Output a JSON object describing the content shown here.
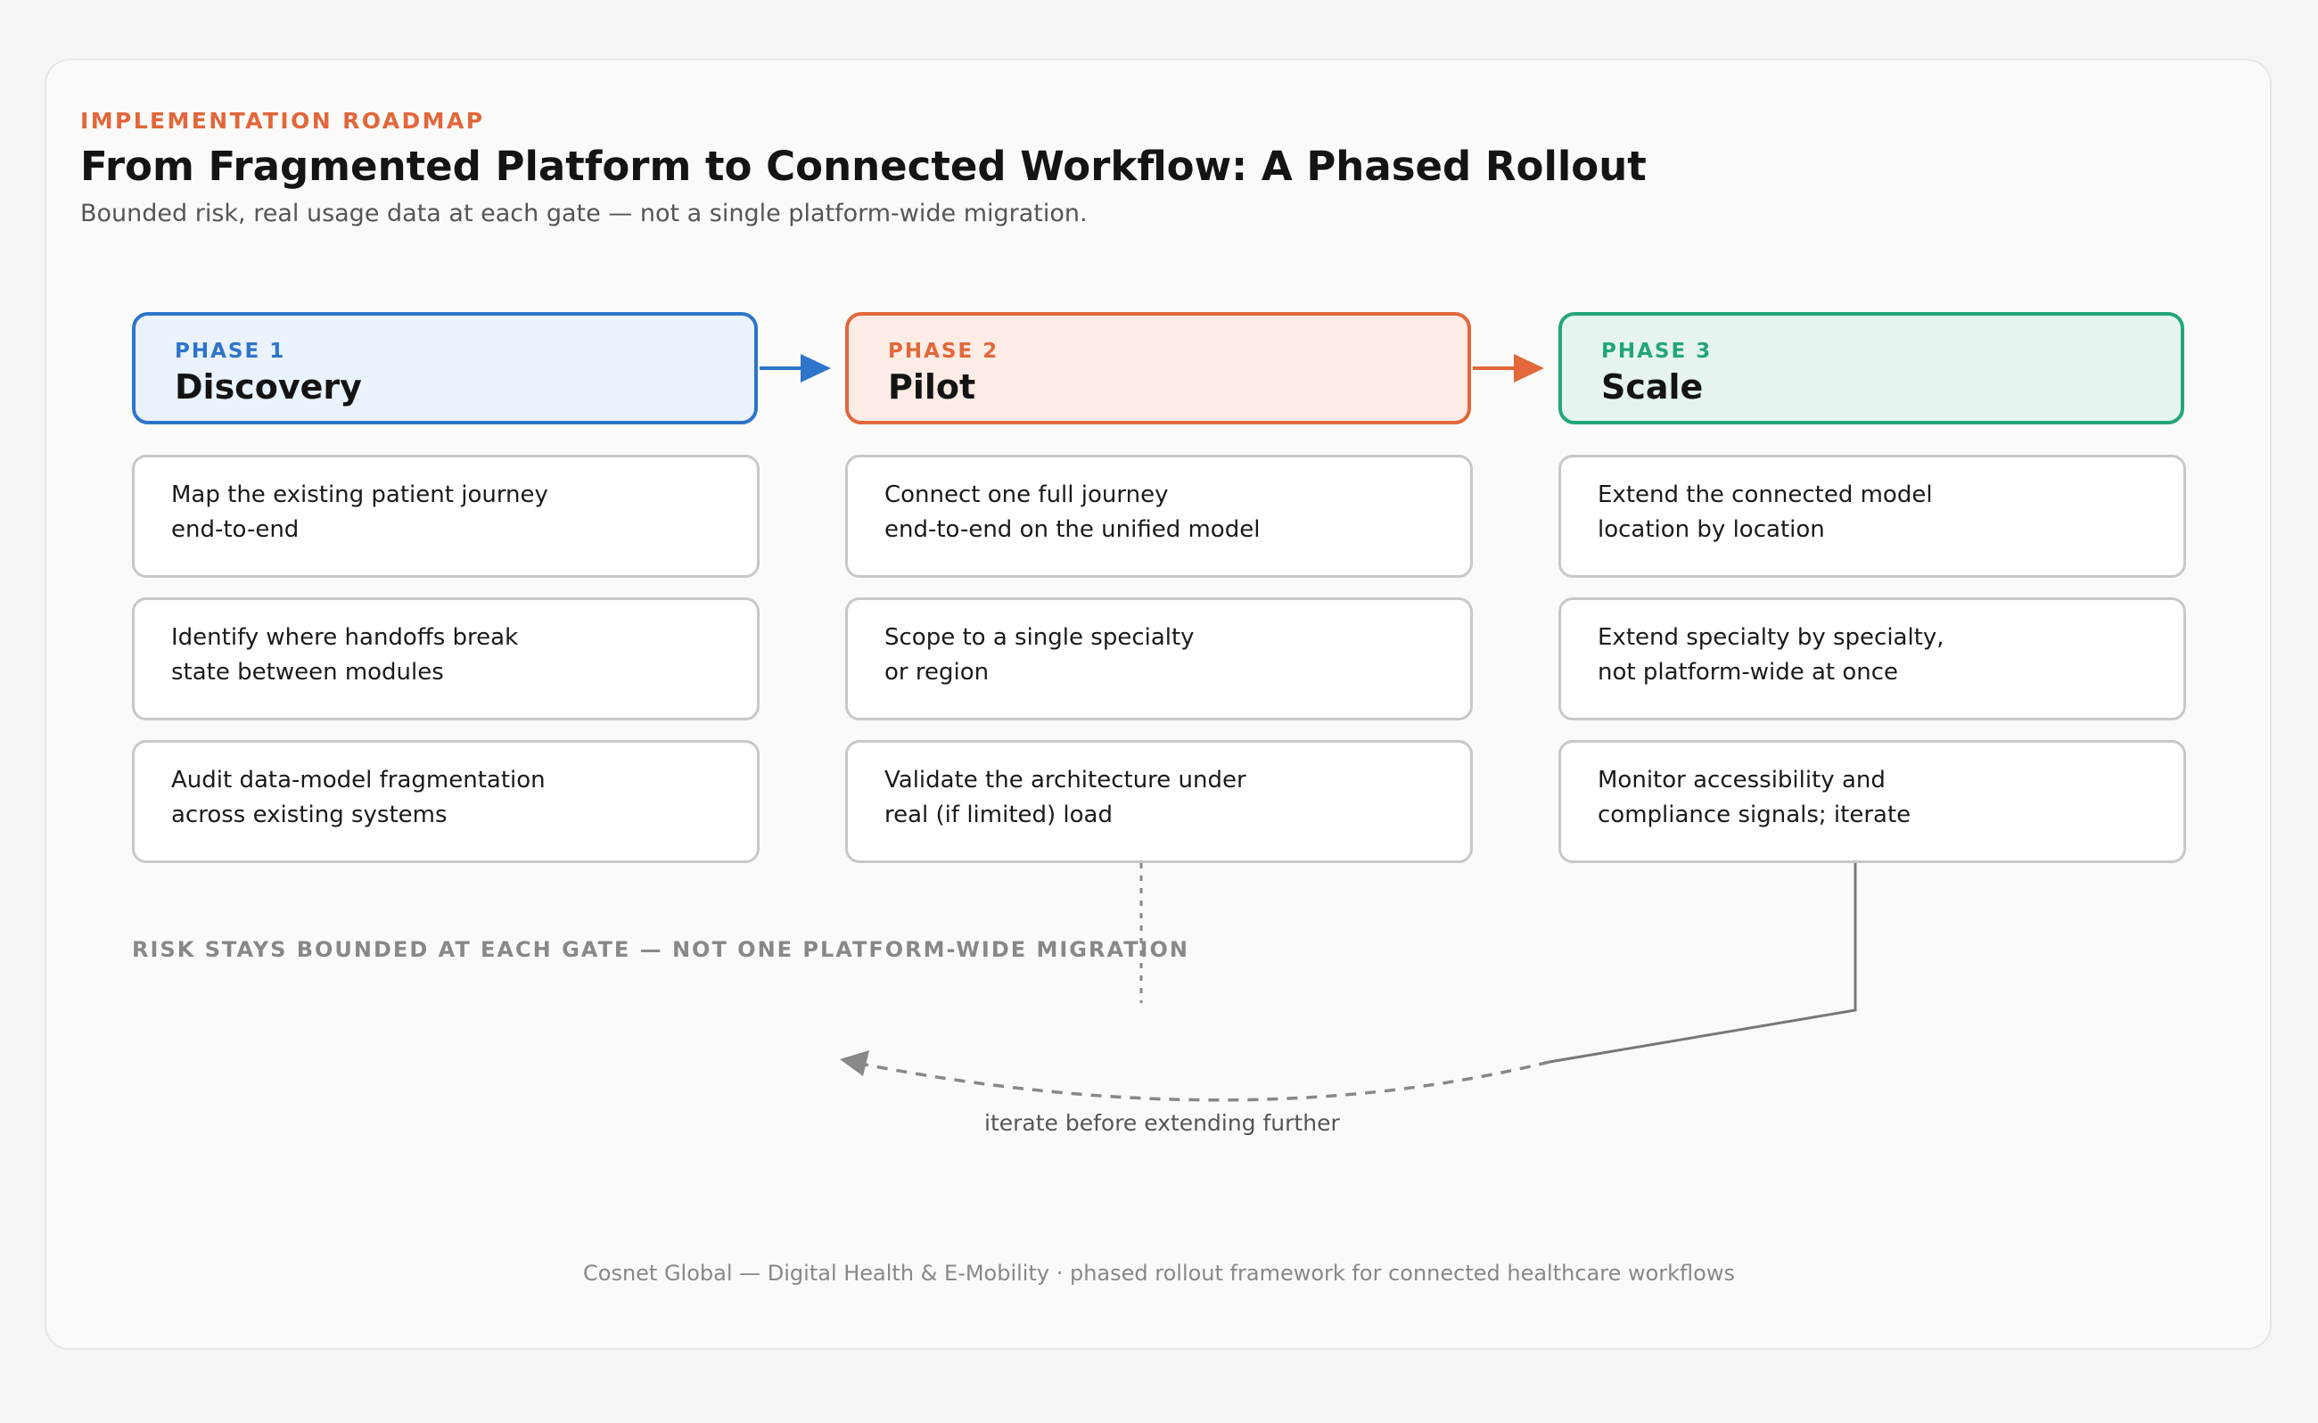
{
  "header": {
    "eyebrow": "IMPLEMENTATION ROADMAP",
    "title": "From Fragmented Platform to Connected Workflow: A Phased Rollout",
    "subtitle": "Bounded risk, real usage data at each gate — not a single platform-wide migration."
  },
  "phases": [
    {
      "tag": "PHASE 1",
      "name": "Discovery",
      "accent": "#2e74c9",
      "fill": "#eaf2fc",
      "steps": [
        "Map the existing patient journey\nend-to-end",
        "Identify where handoffs break\nstate between modules",
        "Audit data-model fragmentation\nacross existing systems"
      ]
    },
    {
      "tag": "PHASE 2",
      "name": "Pilot",
      "accent": "#e2673a",
      "fill": "#fdece5",
      "steps": [
        "Connect one full journey\nend-to-end on the unified model",
        "Scope to a single specialty\nor region",
        "Validate the architecture under\nreal (if limited) load"
      ]
    },
    {
      "tag": "PHASE 3",
      "name": "Scale",
      "accent": "#24a57a",
      "fill": "#e5f5ee",
      "steps": [
        "Extend the connected model\nlocation by location",
        "Extend specialty by specialty,\nnot platform-wide at once",
        "Monitor accessibility and\ncompliance signals; iterate"
      ]
    }
  ],
  "annotations": {
    "risk_label": "RISK STAYS BOUNDED AT EACH GATE — NOT ONE PLATFORM-WIDE MIGRATION",
    "loop_label": "iterate before extending further"
  },
  "footer": "Cosnet Global — Digital Health & E-Mobility · phased rollout framework for connected healthcare workflows",
  "colors": {
    "connector": "#777777",
    "step_border": "#c8c8c6"
  }
}
